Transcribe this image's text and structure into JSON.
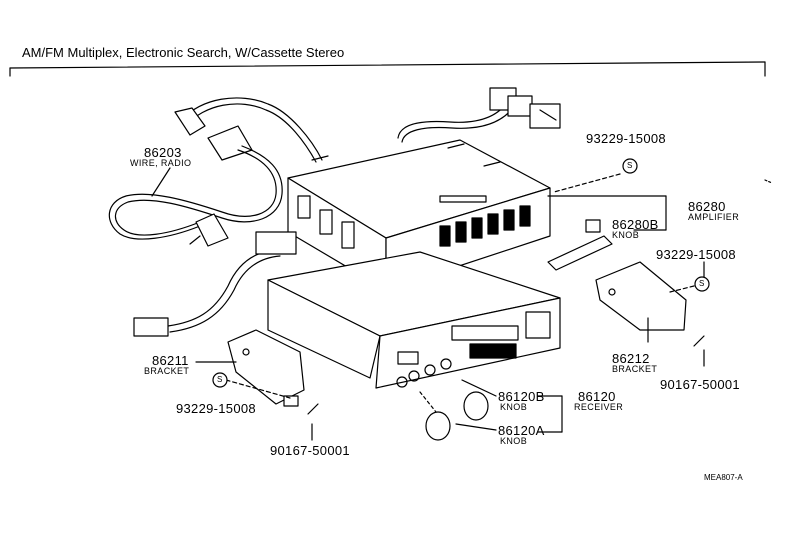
{
  "title": "AM/FM Multiplex, Electronic Search, W/Cassette Stereo",
  "callouts": {
    "wire_pn": "86203",
    "wire_desc": "WIRE, RADIO",
    "screw_top_pn": "93229-15008",
    "screw_top_symbol": "S",
    "amp_pn": "86280",
    "amp_desc": "AMPLIFIER",
    "amp_knob_pn": "86280B",
    "amp_knob_desc": "KNOB",
    "screw_right_pn": "93229-15008",
    "screw_right_symbol": "S",
    "bracket_left_pn": "86211",
    "bracket_left_desc": "BRACKET",
    "screw_left_symbol": "S",
    "screw_left_pn": "93229-15008",
    "bolt_left_pn": "90167-50001",
    "bracket_right_pn": "86212",
    "bracket_right_desc": "BRACKET",
    "bolt_right_pn": "90167-50001",
    "knob_b_pn": "86120B",
    "knob_b_desc": "KNOB",
    "receiver_pn": "86120",
    "receiver_desc": "RECEIVER",
    "knob_a_pn": "86120A",
    "knob_a_desc": "KNOB",
    "drawing_code": "MEA807-A"
  },
  "colors": {
    "ink": "#000000",
    "paper": "#ffffff"
  }
}
